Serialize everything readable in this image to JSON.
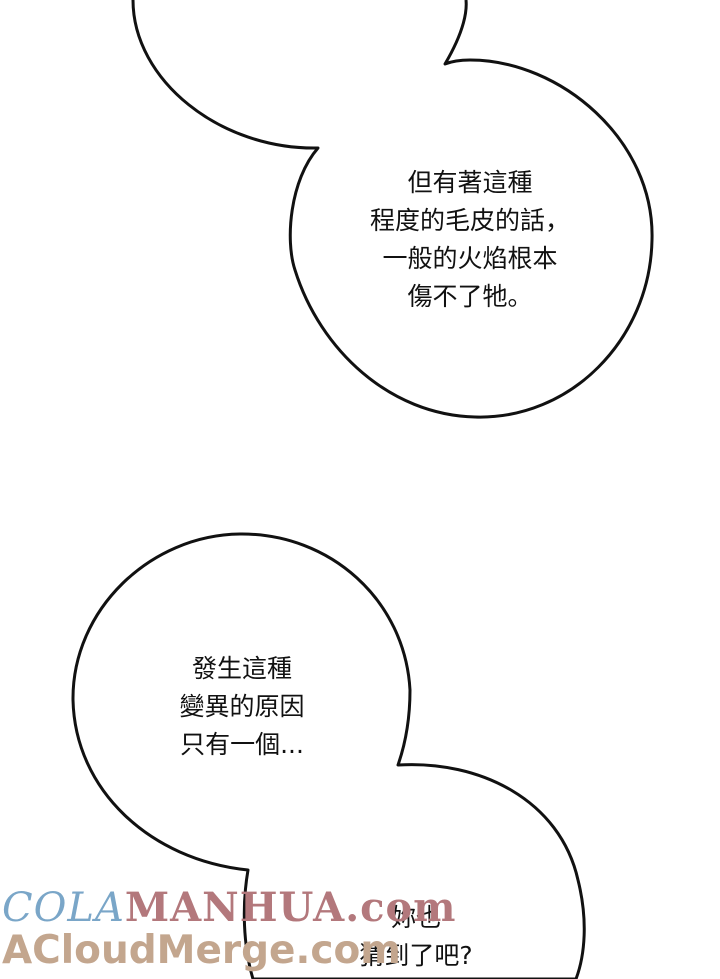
{
  "bubbles": [
    {
      "lines": [
        "但有著這種",
        "程度的毛皮的話，",
        "一般的火焰根本",
        "傷不了牠。"
      ]
    },
    {
      "lines": [
        "發生這種",
        "變異的原因",
        "只有一個..."
      ]
    },
    {
      "lines": [
        "妳也",
        "猜到了吧?"
      ]
    }
  ],
  "watermark": {
    "line1_part1": "COLA",
    "line1_part2": "MANHUA.com",
    "line2": "ACloudMerge.com"
  },
  "colors": {
    "background": "#ffffff",
    "outline": "#111111",
    "watermark_blue": "#7aa6c8",
    "watermark_red": "#b3787c",
    "watermark_tan": "#c3a68e"
  }
}
